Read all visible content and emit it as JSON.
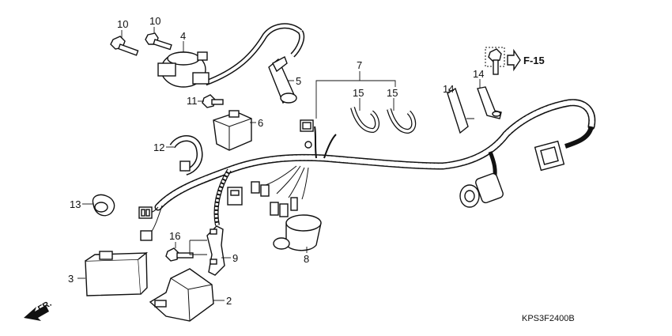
{
  "diagram": {
    "part_labels": [
      "10",
      "10",
      "4",
      "5",
      "11",
      "6",
      "12",
      "13",
      "16",
      "9",
      "3",
      "2",
      "8",
      "7",
      "15",
      "15",
      "14",
      "14"
    ],
    "reference_label": "F-15",
    "front_label": "FR.",
    "drawing_code": "KPS3F2400B"
  }
}
